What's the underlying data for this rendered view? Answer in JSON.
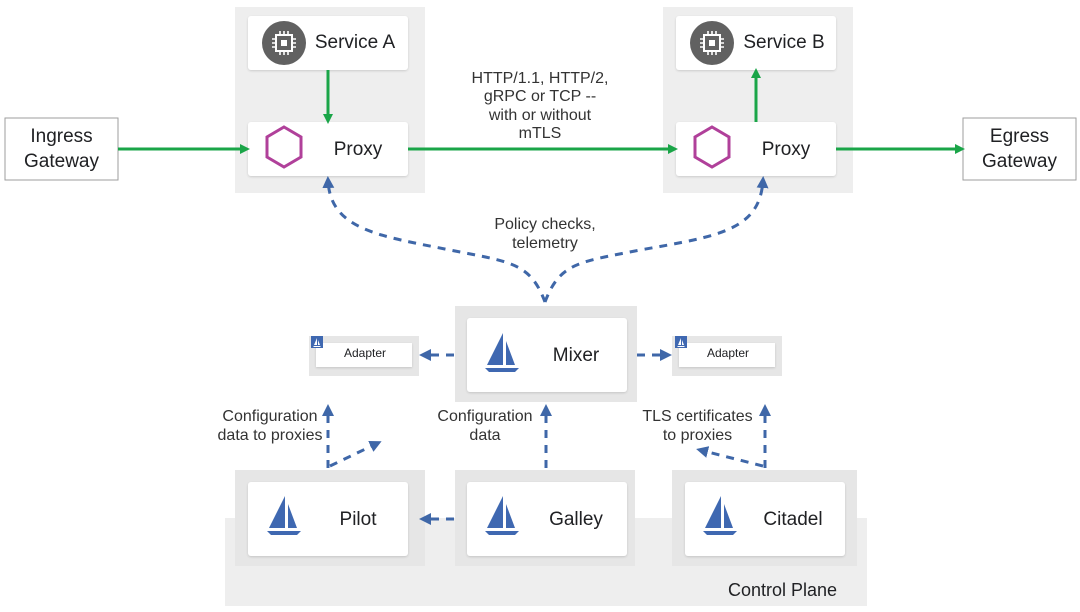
{
  "services": {
    "service_a": "Service A",
    "service_b": "Service B",
    "proxy_a": "Proxy",
    "proxy_b": "Proxy"
  },
  "gateways": {
    "ingress_line1": "Ingress",
    "ingress_line2": "Gateway",
    "egress_line1": "Egress",
    "egress_line2": "Gateway"
  },
  "protocol_note": [
    "HTTP/1.1, HTTP/2,",
    "gRPC or TCP --",
    "with or without",
    "mTLS"
  ],
  "policy_note": [
    "Policy checks,",
    "telemetry"
  ],
  "control_plane": {
    "mixer": "Mixer",
    "adapter_left": "Adapter",
    "adapter_right": "Adapter",
    "pilot": "Pilot",
    "galley": "Galley",
    "citadel": "Citadel",
    "label": "Control Plane"
  },
  "notes": {
    "pilot_config": [
      "Configuration",
      "data to proxies"
    ],
    "galley_config": [
      "Configuration",
      "data"
    ],
    "citadel_tls": [
      "TLS certificates",
      "to proxies"
    ]
  },
  "colors": {
    "data_arrow": "#1aa548",
    "control_arrow": "#3f67a8",
    "proxy_hex": "#b0409a",
    "sail": "#3f68b1",
    "chip_bg": "#616161",
    "panel": "#eeeeee",
    "card": "#ffffff"
  }
}
